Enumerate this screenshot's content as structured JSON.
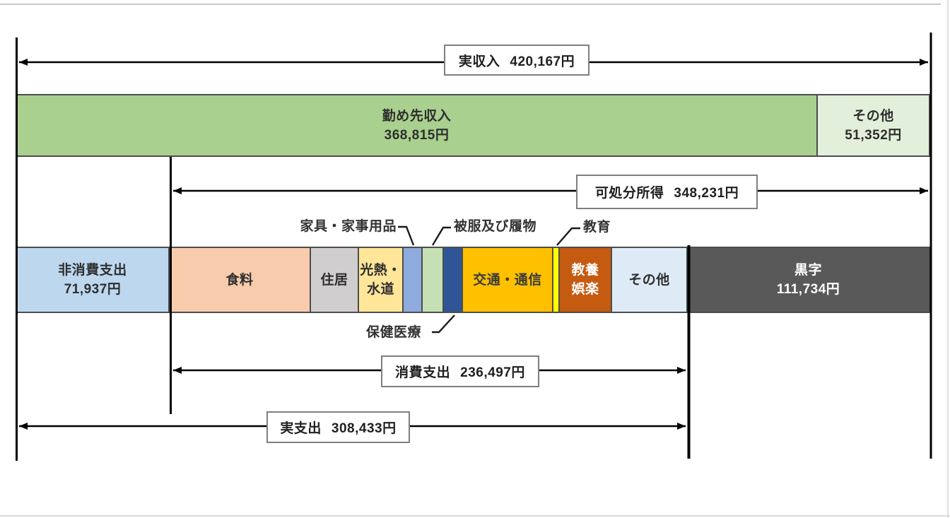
{
  "chart_data": {
    "type": "bar",
    "subtype": "horizontal-stacked-income-expenditure-diagram",
    "unit": "円",
    "income": {
      "total": {
        "label": "実収入",
        "value": 420167
      },
      "segments": [
        {
          "label": "勤め先収入",
          "value": 368815
        },
        {
          "label": "その他",
          "value": 51352
        }
      ]
    },
    "disposable_income": {
      "label": "可処分所得",
      "value": 348231
    },
    "non_consumption_expenditure": {
      "label": "非消費支出",
      "value": 71937
    },
    "consumption_expenditure": {
      "total": {
        "label": "消費支出",
        "value": 236497
      },
      "segments": [
        {
          "label": "食料",
          "value": null
        },
        {
          "label": "住居",
          "value": null
        },
        {
          "label": "光熱・水道",
          "value": null
        },
        {
          "label": "家具・家事用品",
          "value": null
        },
        {
          "label": "被服及び履物",
          "value": null
        },
        {
          "label": "保健医療",
          "value": null
        },
        {
          "label": "交通・通信",
          "value": null
        },
        {
          "label": "教育",
          "value": null
        },
        {
          "label": "教養娯楽",
          "value": null
        },
        {
          "label": "その他",
          "value": null
        }
      ]
    },
    "total_expenditure": {
      "label": "実支出",
      "value": 308433
    },
    "surplus": {
      "label": "黒字",
      "value": 111734
    },
    "legend_position": "none",
    "grid": false
  },
  "display": {
    "income_main_line2": "368,815円",
    "income_other_line2": "51,352円",
    "non_consumption_line2": "71,937円",
    "utilities_line1": "光熱・",
    "utilities_line2": "水道",
    "recreation_line1": "教養",
    "recreation_line2": "娯楽",
    "surplus_line2": "111,734円",
    "actual_income_value": "420,167円",
    "disposable_income_value": "348,231円",
    "consumption_value": "236,497円",
    "actual_expenditure_value": "308,433円"
  },
  "colors": {
    "income_main": "#A9D08E",
    "income_other": "#E2EFDA",
    "non_consumption": "#BDD7EE",
    "food": "#F8CBAD",
    "housing": "#D0CECE",
    "utilities": "#FFE699",
    "furniture": "#8FAADC",
    "clothing": "#C5E0B4",
    "medical": "#2F5597",
    "transport": "#FFC000",
    "education": "#FFFF00",
    "recreation": "#C55A11",
    "other_consumption": "#DEEBF7",
    "surplus": "#595959"
  }
}
